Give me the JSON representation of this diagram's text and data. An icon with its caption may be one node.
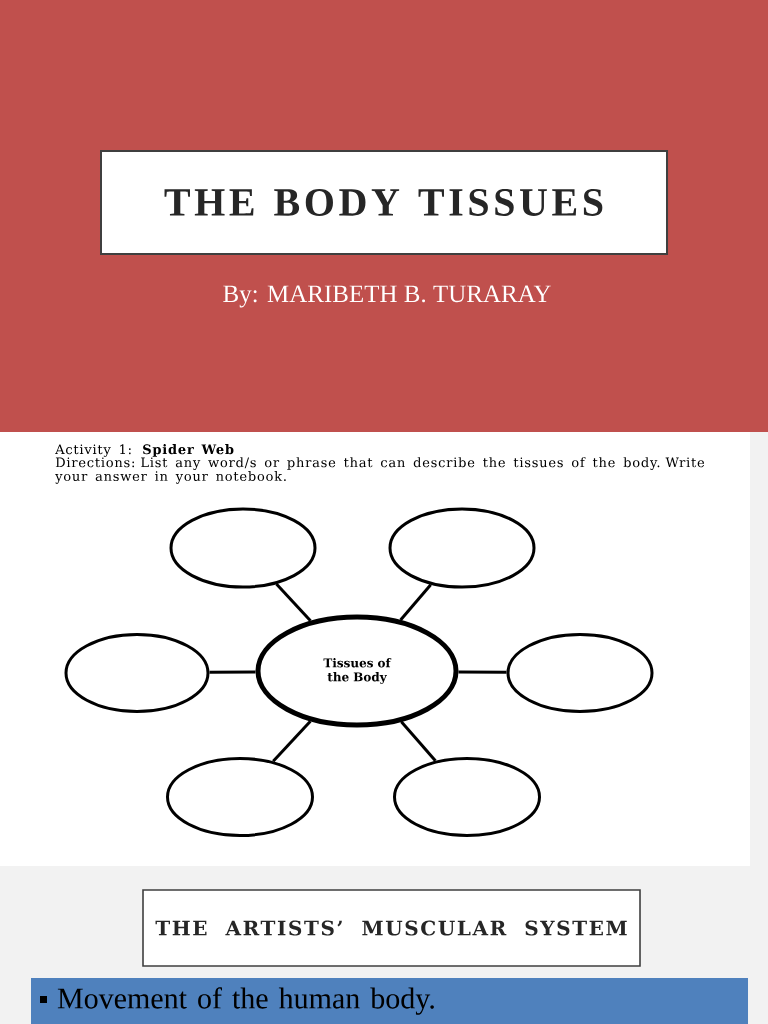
{
  "diagram": {
    "title": "THE BODY TISSUES",
    "nodes": [
      {
        "text": [],
        "shape": "ellipse"
      },
      {
        "text": [],
        "shape": "ellipse"
      },
      {
        "text": [],
        "shape": "ellipse"
      },
      {
        "text": [
          "Tissues of the Body"
        ]
      },
      {
        "text": [],
        "shape": "ellipse"
      },
      {
        "text": [],
        "shape": "ellipse"
      },
      {
        "text": [],
        "shape": "ellipse"
      },
      {
        "text": [
          "THE ARTISTS’ MUSCULAR SYSTEM"
        ]
      },
      {
        "text": [
          "Movement of the human body."
        ]
      }
    ],
    "edges": [
      {
        "from": 3,
        "to": 0,
        "arrow": "none"
      },
      {
        "from": 3,
        "to": 1,
        "arrow": "none"
      },
      {
        "from": 3,
        "to": 2,
        "arrow": "none"
      },
      {
        "from": 3,
        "to": 4,
        "arrow": "none"
      },
      {
        "from": 3,
        "to": 5,
        "arrow": "none"
      },
      {
        "from": 3,
        "to": 6,
        "arrow": "none"
      }
    ],
    "labels": [
      "By: MARIBETH B. TURARAY",
      "Activity 1: **Spider Web**",
      "Directions: List any word/s or phrase that can describe the tissues of the body. Write your answer in your notebook."
    ]
  }
}
